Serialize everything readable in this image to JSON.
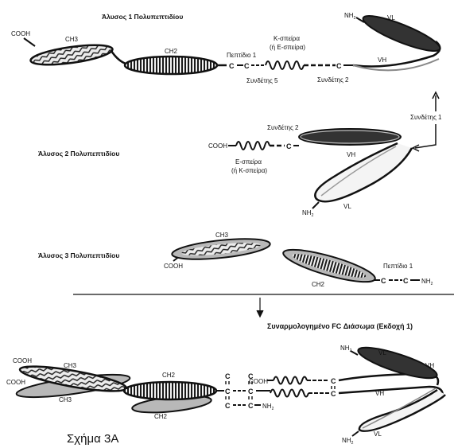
{
  "titles": {
    "chain1": "Άλυσος 1 Πολυπεπτιδίου",
    "chain2": "Άλυσος 2 Πολυπεπτιδίου",
    "chain3": "Άλυσος 3 Πολυπεπτιδίου",
    "assembled": "Συναρμολογημένο FC Διάσωμα (Εκδοχή 1)",
    "figure": "Σχήμα 3Α"
  },
  "labels": {
    "cooh": "COOH",
    "nh2": "NH",
    "sub2": "2",
    "ch3": "CH3",
    "ch2": "CH2",
    "vl": "VL",
    "vh": "VH",
    "c": "C",
    "peptide1": "Πεπτίδιο 1",
    "k_coil_1": "Κ-σπείρα",
    "k_coil_2": "(ή Ε-σπείρα)",
    "e_coil_1": "Ε-σπείρα",
    "e_coil_2": "(ή Κ-σπείρα)",
    "linker5": "Συνδέτης 5",
    "linker2": "Συνδέτης 2",
    "linker1": "Συνδέτης 1"
  },
  "colors": {
    "ink": "#111111",
    "dark_domain": "#333333",
    "grey_domain": "#b5b5b5",
    "light_fill": "#e6e6e6"
  }
}
